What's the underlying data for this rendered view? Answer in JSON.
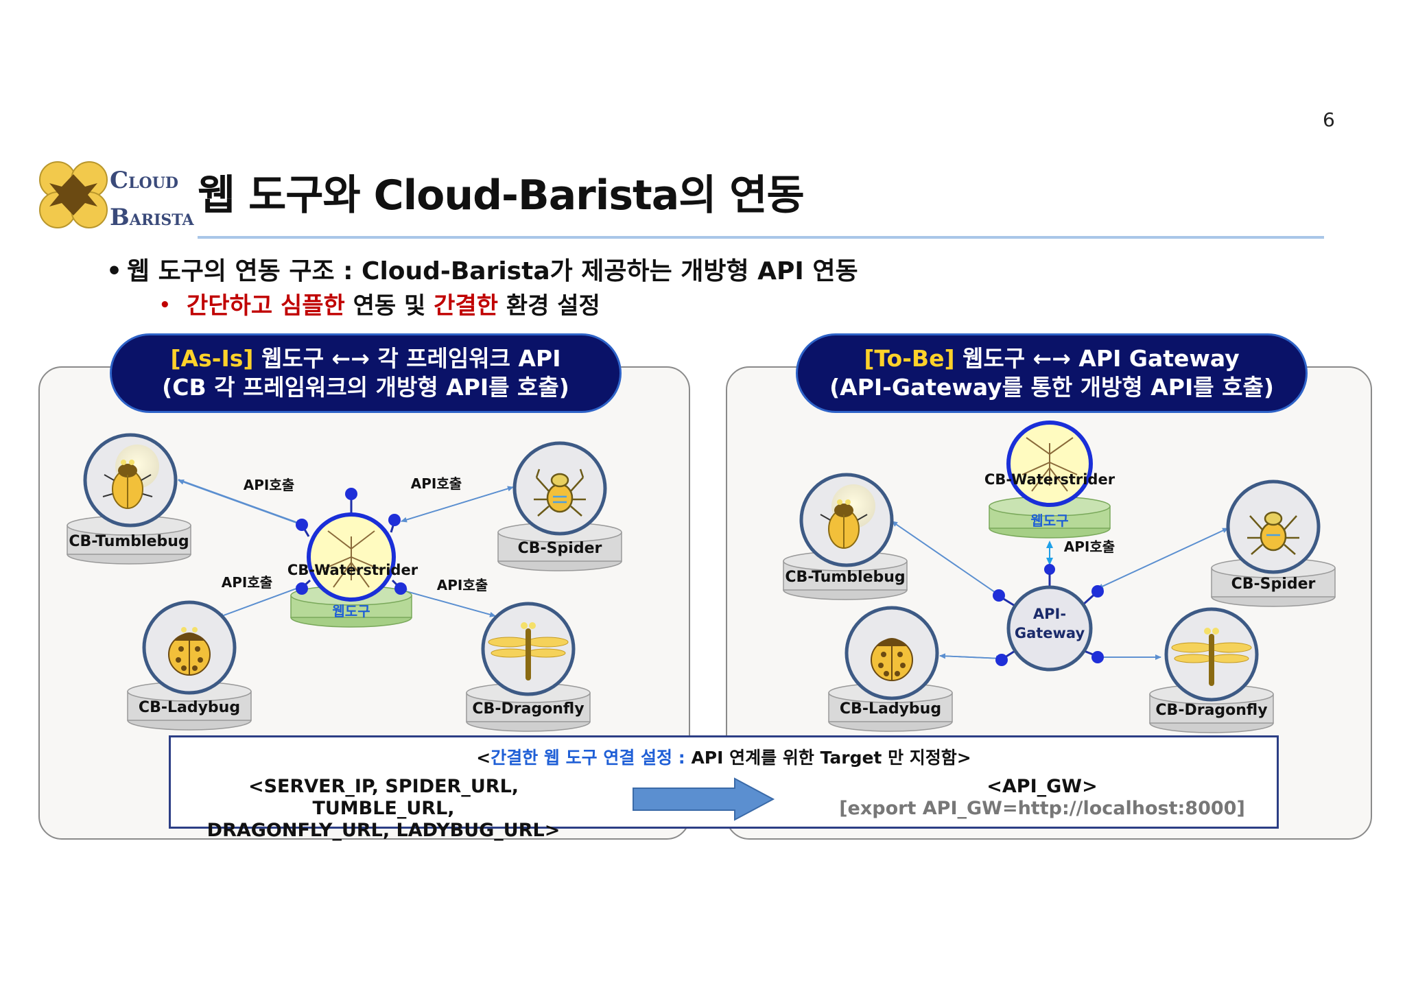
{
  "page_number": "6",
  "logo": {
    "line1_first": "C",
    "line1_rest": "LOUD",
    "line2_first": "B",
    "line2_rest": "ARISTA"
  },
  "title": "웹 도구와 Cloud-Barista의 연동",
  "bullets": {
    "main": "웹 도구의 연동 구조 : Cloud-Barista가 제공하는 개방형 API 연동",
    "sub_red1": "간단하고 심플한",
    "sub_plain1": " 연동 및 ",
    "sub_red2": "간결한",
    "sub_plain2": " 환경 설정"
  },
  "left_panel": {
    "banner_tag": "[As-Is]",
    "banner_line1": " 웹도구 ←→ 각 프레임워크 API",
    "banner_line2": "(CB 각 프레임워크의 개방형 API를 호출)",
    "center_node": {
      "label": "CB-Waterstrider",
      "base_label": "웹도구"
    },
    "nodes": {
      "tumblebug": "CB-Tumblebug",
      "spider": "CB-Spider",
      "ladybug": "CB-Ladybug",
      "dragonfly": "CB-Dragonfly"
    },
    "edge_labels": {
      "tumblebug": "API호출",
      "spider": "API호출",
      "ladybug": "API호출",
      "dragonfly": "API호출"
    }
  },
  "right_panel": {
    "banner_tag": "[To-Be]",
    "banner_line1": " 웹도구 ←→ API Gateway",
    "banner_line2": "(API-Gateway를 통한 개방형 API를 호출)",
    "top_node": {
      "label": "CB-Waterstrider",
      "base_label": "웹도구"
    },
    "gateway_line1": "API-",
    "gateway_line2": "Gateway",
    "edge_label": "API호출",
    "nodes": {
      "tumblebug": "CB-Tumblebug",
      "spider": "CB-Spider",
      "ladybug": "CB-Ladybug",
      "dragonfly": "CB-Dragonfly"
    }
  },
  "config_box": {
    "title_open": "<",
    "title_blue": "간결한 웹 도구 연결 설정 :",
    "title_rest": " API 연계를 위한 Target 만 지정함>",
    "left_line1": "<SERVER_IP, SPIDER_URL, TUMBLE_URL,",
    "left_line2": "DRAGONFLY_URL, LADYBUG_URL>",
    "right_line1": "<API_GW>",
    "right_line2": "[export API_GW=http://localhost:8000]"
  },
  "colors": {
    "banner_bg": "#0a1268",
    "banner_tag": "#ffd22a",
    "accent_red": "#c00000",
    "connector_blue": "#1f4fd8",
    "rule_blue": "#a9c6e8",
    "arrow_blue": "#5b8fd0"
  }
}
